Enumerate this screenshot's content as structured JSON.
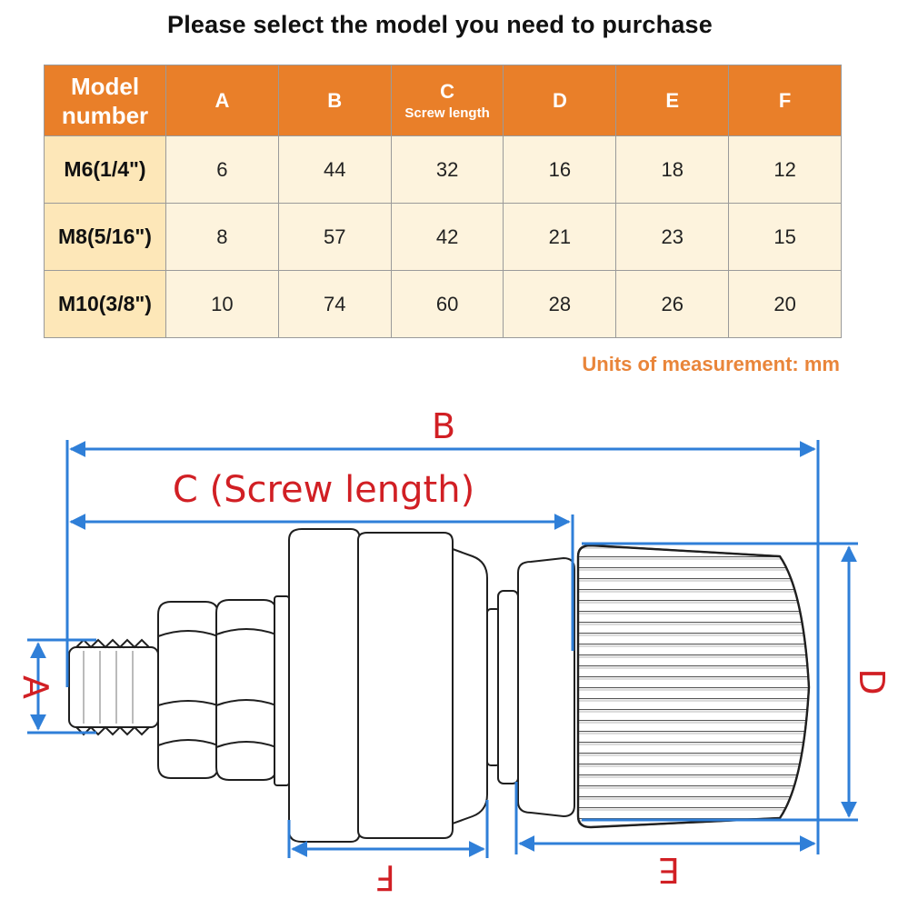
{
  "title": "Please select the model you need to purchase",
  "table": {
    "headers": [
      {
        "label": "Model number",
        "sub": ""
      },
      {
        "label": "A",
        "sub": ""
      },
      {
        "label": "B",
        "sub": ""
      },
      {
        "label": "C",
        "sub": "Screw length"
      },
      {
        "label": "D",
        "sub": ""
      },
      {
        "label": "E",
        "sub": ""
      },
      {
        "label": "F",
        "sub": ""
      }
    ],
    "rows": [
      {
        "model": "M6(1/4\")",
        "values": [
          "6",
          "44",
          "32",
          "16",
          "18",
          "12"
        ]
      },
      {
        "model": "M8(5/16\")",
        "values": [
          "8",
          "57",
          "42",
          "21",
          "23",
          "15"
        ]
      },
      {
        "model": "M10(3/8\")",
        "values": [
          "10",
          "74",
          "60",
          "28",
          "26",
          "20"
        ]
      }
    ]
  },
  "units_note": "Units of measurement: mm",
  "diagram": {
    "label_b": "B",
    "label_c": "C (Screw length)",
    "label_a": "A",
    "label_d": "D",
    "label_e": "E",
    "label_f": "F"
  },
  "colors": {
    "header_bg": "#e97f29",
    "model_col_bg": "#fde7b8",
    "cell_bg": "#fdf3dd",
    "dimension_line": "#2f7fd8",
    "dimension_label": "#d11f24",
    "units_text": "#e9853a"
  }
}
